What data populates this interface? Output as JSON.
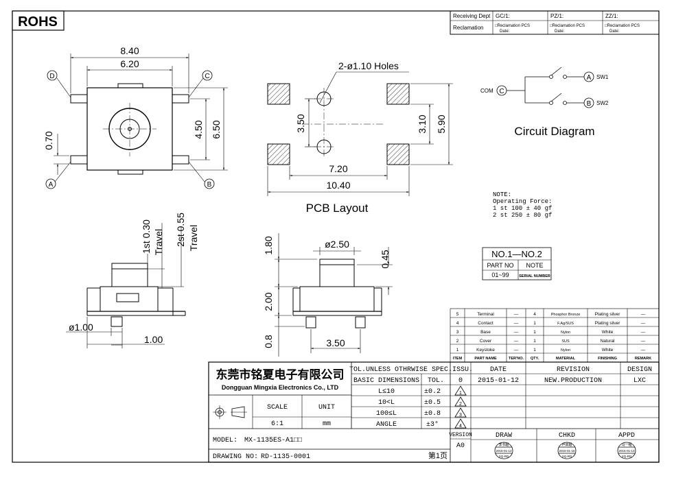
{
  "rohs": "ROHS",
  "header_table": {
    "receiving_dept": "Receiving Dept",
    "reclamation": "Reclamation",
    "gc": "GC/1:",
    "pz": "PZ/1:",
    "zz": "ZZ/1:",
    "reclamation_pcs": "□Reclamation  PCS",
    "date": "Date:"
  },
  "top_view": {
    "d_840": "8.40",
    "d_620": "6.20",
    "d_070": "0.70",
    "d_450": "4.50",
    "d_650": "6.50",
    "pin_a": "A",
    "pin_b": "B",
    "pin_c": "C",
    "pin_d": "D"
  },
  "pcb": {
    "holes": "2-ø1.10 Holes",
    "d_350": "3.50",
    "d_310": "3.10",
    "d_590": "5.90",
    "d_720": "7.20",
    "d_1040": "10.40",
    "title": "PCB  Layout"
  },
  "circuit": {
    "com": "COM",
    "c": "C",
    "a": "A",
    "b": "B",
    "sw1": "SW1",
    "sw2": "SW2",
    "title": "Circuit  Diagram"
  },
  "note": {
    "line1": "NOTE:",
    "line2": "Operating Force:",
    "line3": "1 st  100  ±  40  gf",
    "line4": "2 st  250  ±  80  gf"
  },
  "part_table": {
    "title": "NO.1—NO.2",
    "part_no": "PART NO",
    "note": "NOTE",
    "range": "01~99",
    "serial": "SERIAL NUMBER"
  },
  "side_view": {
    "travel1_val": "1st 0.30",
    "travel1_label": "Travel",
    "travel2_val": "2st 0.55",
    "travel2_label": "Travel",
    "d_phi1": "ø1.00",
    "d_100": "1.00"
  },
  "front_view": {
    "d_180": "1.80",
    "d_phi250": "ø2.50",
    "d_045": "0.45",
    "d_200": "2.00",
    "d_08": "0.8",
    "d_350": "3.50"
  },
  "bom": {
    "headers": [
      "ITEM",
      "PART NAME",
      "TER'NO.",
      "QTY.",
      "MATERIAL",
      "FINISHING",
      "REMARK"
    ],
    "rows": [
      [
        "5",
        "Terminal",
        "—",
        "4",
        "Phosphor Bronze",
        "Plating silver",
        "—"
      ],
      [
        "4",
        "Contact",
        "—",
        "1",
        "F.Ag/SUS",
        "Plating silver",
        "—"
      ],
      [
        "3",
        "Base",
        "—",
        "1",
        "Nylon",
        "White",
        "—"
      ],
      [
        "2",
        "Cover",
        "—",
        "1",
        "SUS",
        "Natural",
        "—"
      ],
      [
        "1",
        "Keystoke",
        "—",
        "1",
        "Nylon",
        "White",
        "—"
      ]
    ]
  },
  "title_block": {
    "company_cn": "东莞市铭夏电子有限公司",
    "company_en": "Dongguan Mingxia Electronics Co., LTD",
    "tol_title": "TOL.UNLESS OTHRWISE SPEC.",
    "basic_dims": "BASIC DIMENSIONS",
    "tol": "TOL.",
    "tol_rows": [
      [
        "L≤10",
        "±0.2"
      ],
      [
        "10<L",
        "±0.5"
      ],
      [
        "100≤L",
        "±0.8"
      ],
      [
        "ANGLE",
        "±3°"
      ]
    ],
    "scale_label": "SCALE",
    "scale_value": "6:1",
    "unit_label": "UNIT",
    "unit_value": "mm",
    "issu": ".ISSU.",
    "date": "DATE",
    "revision": "REVISION",
    "design": "DESIGN",
    "issu_value": "0",
    "date_value": "2015-01-12",
    "revision_value": "NEW.PRODUCTION",
    "design_value": "LXC",
    "rev_marks": [
      "1",
      "2",
      "3",
      "4"
    ],
    "version": "VERSION",
    "version_value": "A0",
    "draw": "DRAW",
    "chkd": "CHKD",
    "appd": "APPD",
    "model_label": "MODEL:",
    "model_value": "MX-1135ES-A1□□",
    "drawing_label": "DRAWING NO:",
    "drawing_value": "RD-1135-0001",
    "page": "第1页"
  },
  "stamps": {
    "draw_name": "李书超",
    "draw_date": "2015-01-12",
    "chkd_name": "卢启超",
    "chkd_date": "2015-01-15",
    "appd_name": "马一程",
    "appd_date": "2015-01-13",
    "dept": "XQ-RD"
  }
}
